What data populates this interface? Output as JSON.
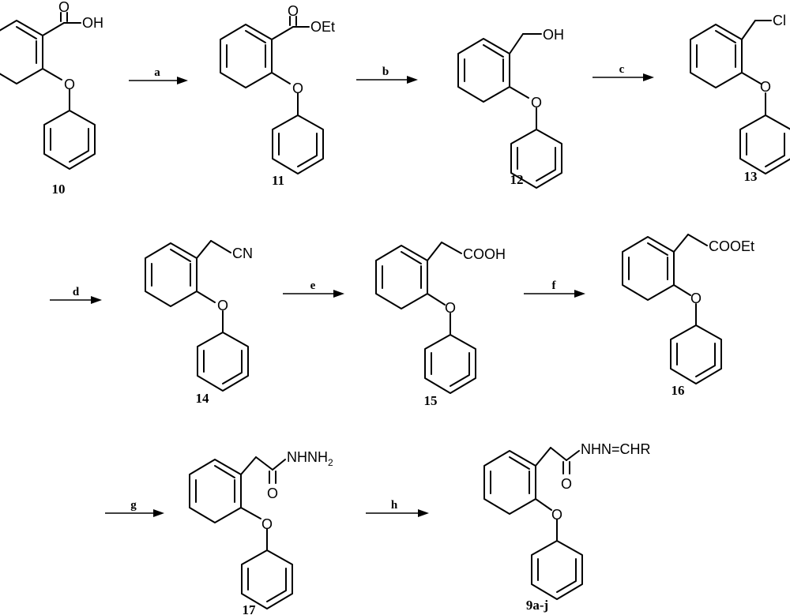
{
  "compounds": {
    "c10": {
      "number": "10",
      "atoms": {
        "carbonyl_o": "O",
        "acid": "OH",
        "ether": "O"
      }
    },
    "c11": {
      "number": "11",
      "atoms": {
        "carbonyl_o": "O",
        "ester": "OEt",
        "ether": "O"
      }
    },
    "c12": {
      "number": "12",
      "atoms": {
        "alcohol": "OH",
        "ether": "O"
      }
    },
    "c13": {
      "number": "13",
      "atoms": {
        "chloride": "Cl",
        "ether": "O"
      }
    },
    "c14": {
      "number": "14",
      "atoms": {
        "nitrile": "CN",
        "ether": "O"
      }
    },
    "c15": {
      "number": "15",
      "atoms": {
        "acid": "COOH",
        "ether": "O"
      }
    },
    "c16": {
      "number": "16",
      "atoms": {
        "ester": "COOEt",
        "ether": "O"
      }
    },
    "c17": {
      "number": "17",
      "atoms": {
        "hydrazide_base": "NHNH",
        "hydrazide_sub": "2",
        "carbonyl_o": "O",
        "ether": "O"
      }
    },
    "c9": {
      "number": "9a-j",
      "atoms": {
        "hydrazone": "NHN=CHR",
        "carbonyl_o": "O",
        "ether": "O"
      }
    }
  },
  "reactions": [
    {
      "label": "a"
    },
    {
      "label": "b"
    },
    {
      "label": "c"
    },
    {
      "label": "d"
    },
    {
      "label": "e"
    },
    {
      "label": "f"
    },
    {
      "label": "g"
    },
    {
      "label": "h"
    }
  ]
}
